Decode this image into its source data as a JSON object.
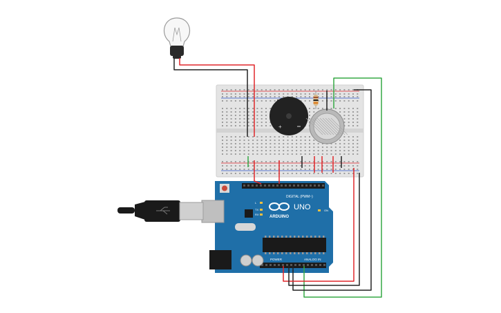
{
  "board": {
    "brand": "ARDUINO",
    "model": "UNO",
    "digital_label": "DIGITAL (PWM~)",
    "power_label": "POWER",
    "analog_label": "ANALOG IN",
    "on_label": "ON",
    "tx_label": "TX",
    "rx_label": "RX",
    "l_label": "L"
  },
  "buzzer": {
    "plus_label": "+"
  },
  "colors": {
    "wire_red": "#e0262a",
    "wire_black": "#222222",
    "wire_green": "#35a845",
    "board_blue": "#1f6fa8",
    "breadboard": "#e6e6e6"
  }
}
